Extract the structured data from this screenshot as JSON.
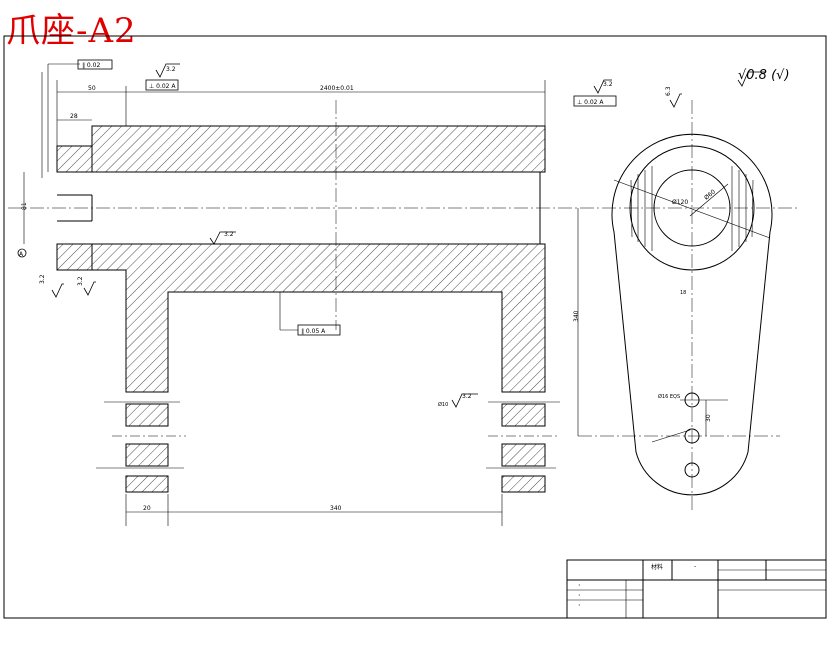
{
  "drawing": {
    "title": "爪座-A2",
    "datum_label": "A",
    "roughness_note": "√0.8 (√)",
    "dims": {
      "d_top_left": "50",
      "d_top_span": "2400±0.01",
      "d_small": "28",
      "d_bore": "81",
      "d_wall": "20",
      "d_inner": "340",
      "d_height": "340",
      "d_circle_outer": "Ø120",
      "d_circle_inner": "Ø60",
      "d_hole_pattern": "Ø16 EQS",
      "d_spacing": "30",
      "d_hole_small": "Ø10",
      "d_small_r": "18"
    },
    "tolerances": {
      "t1": "∥ 0.02",
      "t2": "⊥ 0.02 A",
      "t3": "⊥ 0.02 A",
      "t4": "∥ 0.05 A"
    },
    "roughness": {
      "r1": "3.2",
      "r2": "3.2",
      "r3": "3.2",
      "r4": "3.2",
      "r5": "6.3",
      "r6": "3.2",
      "r7": "3.2"
    },
    "title_block": {
      "cell_name": "材料",
      "cell_dash": "-",
      "row_dot_1": "·",
      "row_dot_2": "·",
      "row_dot_3": "·"
    }
  }
}
